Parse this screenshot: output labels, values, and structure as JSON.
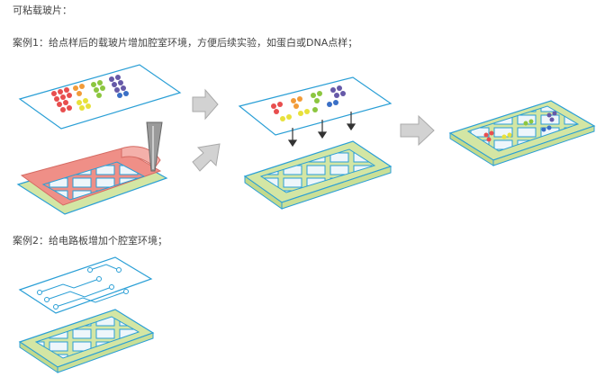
{
  "heading": "可粘载玻片：",
  "case1": {
    "text": "案例1：给点样后的载玻片增加腔室环境，方便后续实验，如蛋白或DNA点样；"
  },
  "case2": {
    "text": "案例2：给电路板增加个腔室环境；"
  },
  "icons": {
    "arrow": "block-arrow-icon",
    "pointer": "down-arrow-icon"
  },
  "colors": {
    "slide_outline": "#2a9fd6",
    "chamber_fill": "#dcebb6",
    "tape_fill": "#ef8f87",
    "arrow_fill": "#d2d2d2",
    "dot_red": "#e84e4e",
    "dot_orange": "#f29b38",
    "dot_yellow": "#e8e13a",
    "dot_green": "#8cc63f",
    "dot_purple": "#6659a8",
    "dot_blue": "#3a6fc6"
  }
}
